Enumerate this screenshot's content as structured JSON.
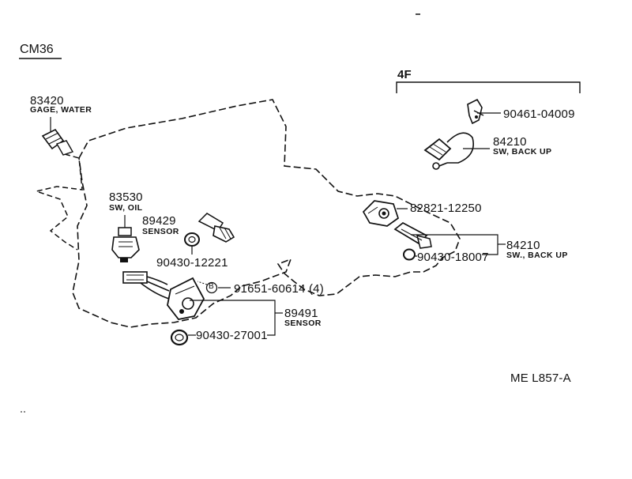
{
  "diagram": {
    "model_code": "CM36",
    "group_label": "4F",
    "figure_id": "ME L857-A",
    "parts": [
      {
        "number": "83420",
        "name": "GAGE, WATER"
      },
      {
        "number": "83530",
        "name": "SW, OIL"
      },
      {
        "number": "89429",
        "name": "SENSOR"
      },
      {
        "number": "90430-12221",
        "name": ""
      },
      {
        "number": "91651-60614 (4)",
        "name": ""
      },
      {
        "callout": "B"
      },
      {
        "number": "89491",
        "name": "SENSOR"
      },
      {
        "number": "90430-27001",
        "name": ""
      },
      {
        "number": "90461-04009",
        "name": ""
      },
      {
        "number": "84210",
        "name": "SW, BACK UP"
      },
      {
        "number": "82821-12250",
        "name": ""
      },
      {
        "number": "84210",
        "name": "SW., BACK UP"
      },
      {
        "number": "90430-18007",
        "name": ""
      }
    ]
  }
}
